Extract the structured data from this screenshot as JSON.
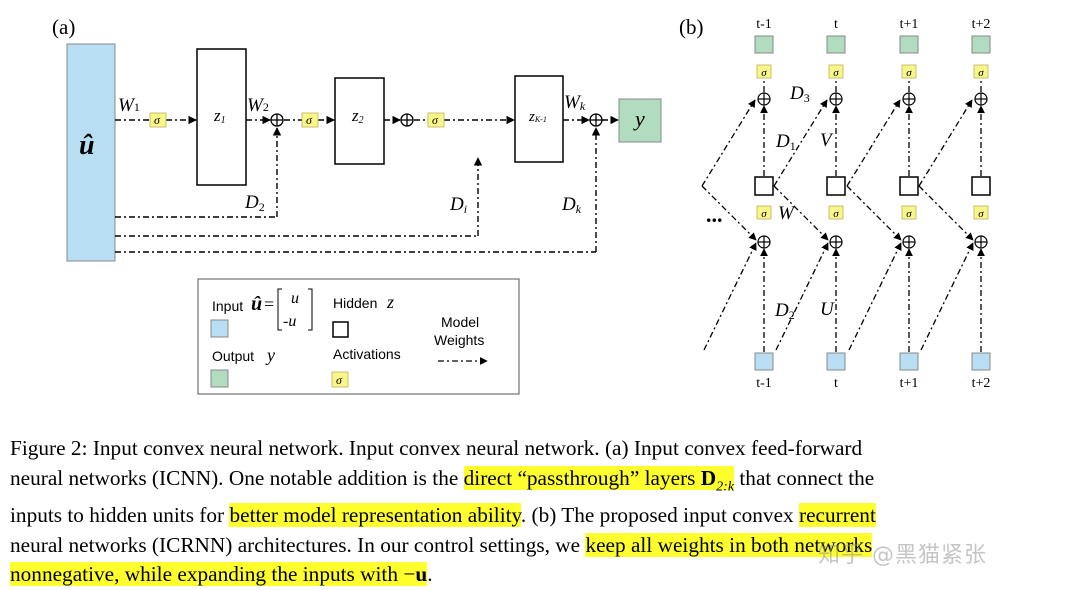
{
  "panel_a": {
    "label": "(a)",
    "input_label": "û",
    "z1": "z",
    "z1_sub": "1",
    "z2": "z",
    "z2_sub": "2",
    "zk": "z",
    "zk_sub": "K-1",
    "output_label": "y",
    "w1": "W",
    "w1_sub": "1",
    "w2": "W",
    "w2_sub": "2",
    "wk": "W",
    "wk_sub": "k",
    "d2": "D",
    "d2_sub": "2",
    "di": "D",
    "di_sub": "i",
    "dk": "D",
    "dk_sub": "k",
    "sigma": "σ",
    "oplus": "⊕"
  },
  "legend": {
    "input_label": "Input",
    "input_eq_hat": "û",
    "input_eq": "=",
    "input_u": "u",
    "input_neg_u": "-u",
    "hidden_label": "Hidden",
    "hidden_z": "z",
    "output_label": "Output",
    "output_y": "y",
    "activations_label": "Activations",
    "weights_label_1": "Model",
    "weights_label_2": "Weights",
    "sigma": "σ"
  },
  "panel_b": {
    "label": "(b)",
    "top_labels": [
      "t-1",
      "t",
      "t+1",
      "t+2"
    ],
    "bottom_labels": [
      "t-1",
      "t",
      "t+1",
      "t+2"
    ],
    "d3": "D",
    "d3_sub": "3",
    "d1": "D",
    "d1_sub": "1",
    "d2": "D",
    "d2_sub": "2",
    "v": "V",
    "w": "W",
    "u": "U",
    "dots": "..."
  },
  "caption": {
    "l1": "Figure 2: Input convex neural network. Input convex neural network. (a) Input convex feed-forward",
    "l2_a": "neural networks (ICNN). One notable addition is the ",
    "l2_hl": "direct “passthrough” layers ",
    "l2_D": "D",
    "l2_sub": "2:k",
    "l2_b": " that connect the",
    "l3_a": "inputs to hidden units for ",
    "l3_hl": "better model representation ability",
    "l3_b": ". (b) The proposed input convex ",
    "l3_hl2": "recurrent",
    "l4_a": "neural networks (ICRNN) architectures. In our control settings, we ",
    "l4_hl": "keep all weights in both networks",
    "l5_hl": "nonnegative, while expanding the inputs with −",
    "l5_u": "u",
    "l5_end": "."
  },
  "watermark": "知乎 @黑猫紧张",
  "colors": {
    "input_fill": "#b8def4",
    "output_fill": "#b2dcc0",
    "sigma_fill": "#f8f58a",
    "highlight": "#ffff2e"
  }
}
